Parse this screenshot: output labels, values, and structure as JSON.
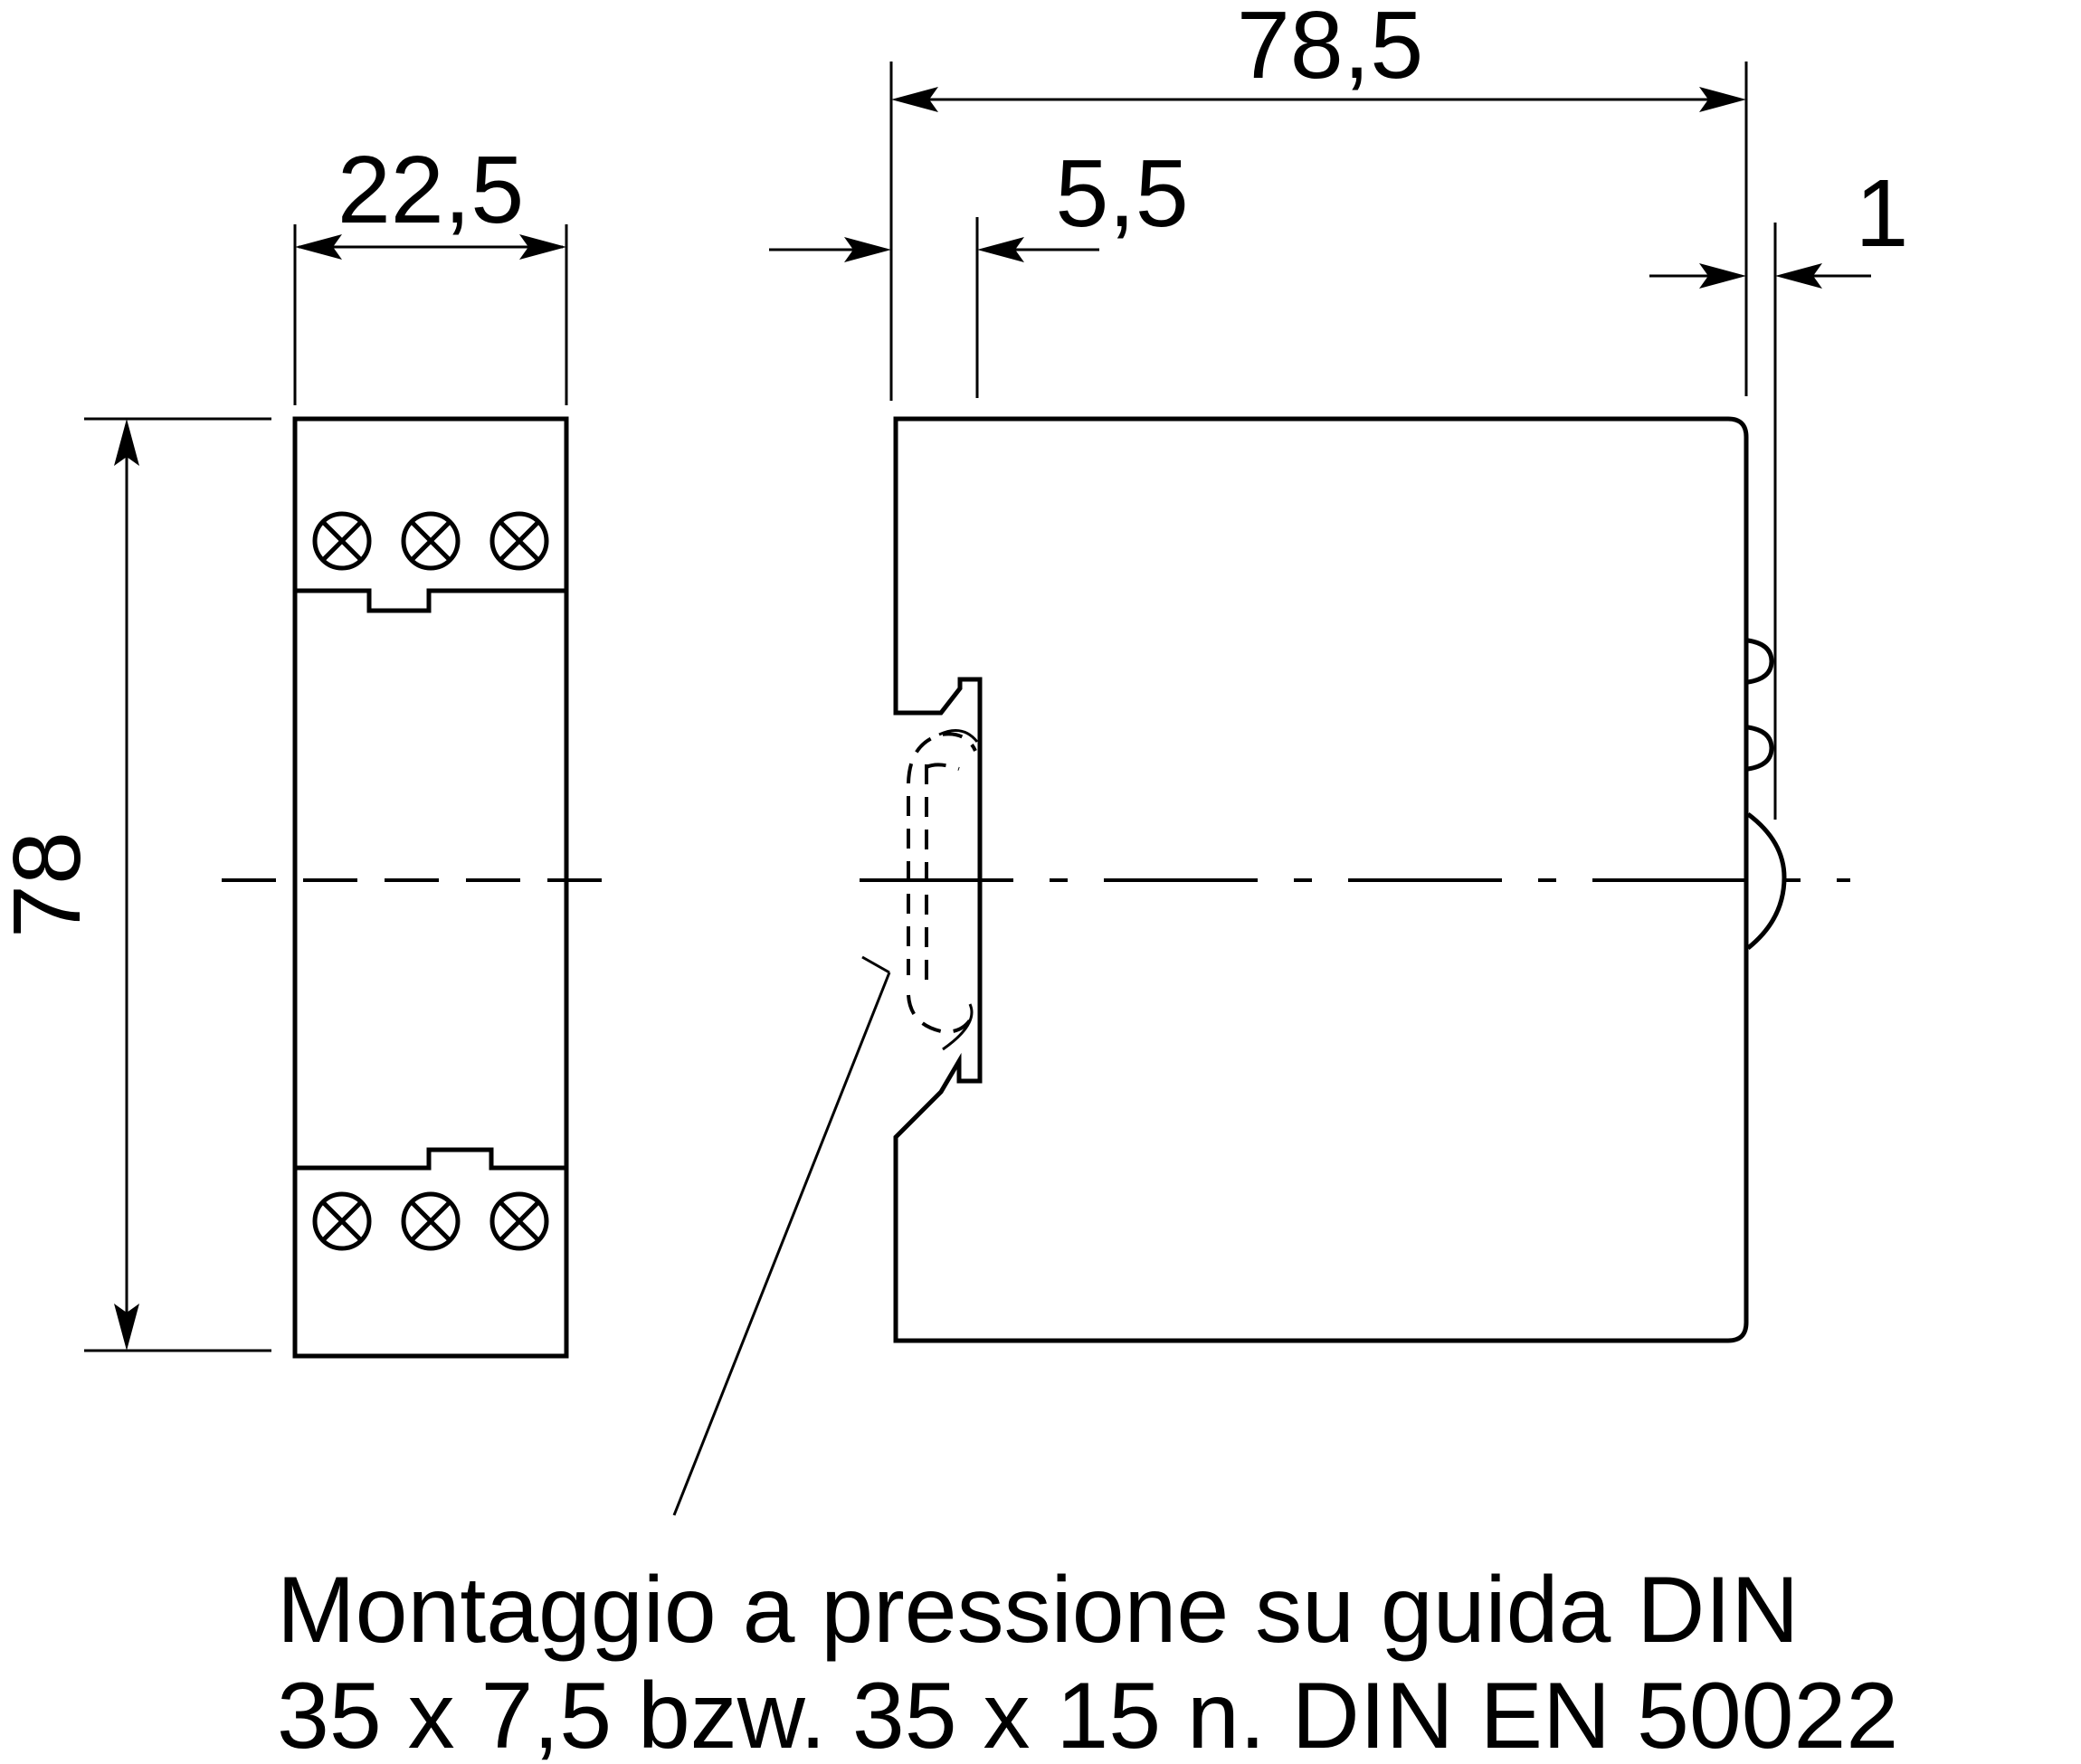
{
  "dimensions": {
    "front_width": "22,5",
    "height": "78",
    "side_depth": "78,5",
    "rail_offset": "5,5",
    "front_protrusion": "1"
  },
  "caption": {
    "line1": "Montaggio a pressione su guida DIN",
    "line2": "35 x 7,5 bzw. 35 x 15 n. DIN EN 50022"
  },
  "front_view": {
    "terminal_icon": "cross-circle-icon",
    "top_terminal_count": 3,
    "bottom_terminal_count": 3
  }
}
